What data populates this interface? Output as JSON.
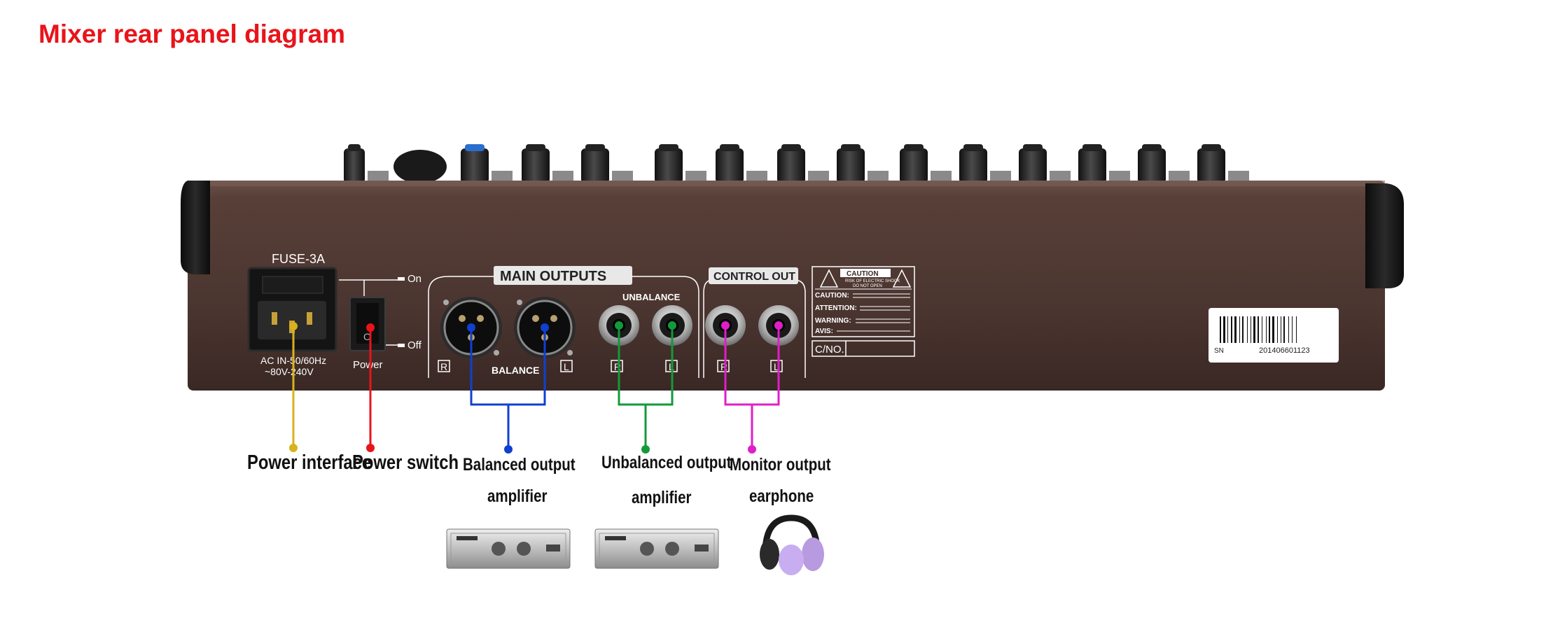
{
  "title": "Mixer rear panel diagram",
  "panel": {
    "fuse": "FUSE-3A",
    "ac_in_line1": "AC IN-50/60Hz",
    "ac_in_line2": "~80V-240V",
    "switch_on": "On",
    "switch_off": "Off",
    "switch_mark": "O",
    "power": "Power",
    "main_outputs": "MAIN OUTPUTS",
    "balance": "BALANCE",
    "unbalance": "UNBALANCE",
    "control_out": "CONTROL OUT",
    "ch_r": "R",
    "ch_l": "L",
    "caution": "CAUTION",
    "caution_sub1": "RISK OF ELECTRIC SHOCK",
    "caution_sub2": "DO NOT OPEN",
    "caution_word": "CAUTION:",
    "attention_word": "ATTENTION:",
    "warning_word": "WARNING:",
    "avis_word": "AVIS:",
    "cno": "C/NO.",
    "sn": "SN",
    "serial": "201406601123"
  },
  "callouts": {
    "power_interface": "Power interface",
    "power_switch": "Power switch",
    "balanced_output": "Balanced output",
    "balanced_device": "amplifier",
    "unbalanced_output": "Unbalanced output",
    "unbalanced_device": "amplifier",
    "monitor_output": "Monitor output",
    "monitor_device": "earphone"
  },
  "colors": {
    "title": "#e8141a",
    "power_interface": "#d8b21c",
    "power_switch": "#e8141a",
    "balanced": "#1040d0",
    "unbalanced": "#129a3a",
    "monitor": "#e01ec8",
    "chassis": "#4a3530"
  }
}
